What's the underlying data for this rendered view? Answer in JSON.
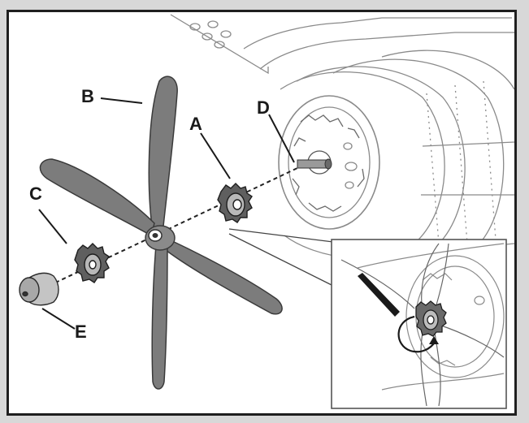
{
  "diagram": {
    "labels": {
      "A": "A",
      "B": "B",
      "C": "C",
      "D": "D",
      "E": "E"
    }
  },
  "colors": {
    "frame_border": "#1f1f1f",
    "background": "#d8d8d8",
    "panel": "#ffffff",
    "prop_fill": "#7c7c7c",
    "part_fill": "#5f5f5f",
    "line_art": "#8a8a8a",
    "ink": "#1a1a1a"
  },
  "icons": {
    "propeller": "propeller-icon",
    "spinner_cone": "spinner-icon",
    "backplate": "backplate-icon",
    "front_nut": "prop-nut-icon",
    "motor_shaft": "motor-shaft-icon"
  }
}
